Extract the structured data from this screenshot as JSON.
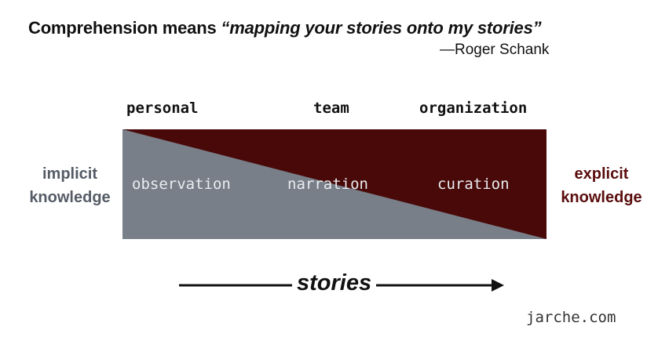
{
  "title": {
    "lead": "Comprehension means ",
    "quote": "“mapping your stories onto my stories”",
    "attribution": "—Roger Schank"
  },
  "columns": [
    "personal",
    "team",
    "organization"
  ],
  "left_label": [
    "implicit",
    "knowledge"
  ],
  "right_label": [
    "explicit",
    "knowledge"
  ],
  "stages": [
    "observation",
    "narration",
    "curation"
  ],
  "arrow_label": "stories",
  "credit": "jarche.com",
  "colors": {
    "implicit_fill": "#787f89",
    "explicit_fill": "#4a0909",
    "left_text": "#555c66",
    "right_text": "#5a0d0d"
  }
}
